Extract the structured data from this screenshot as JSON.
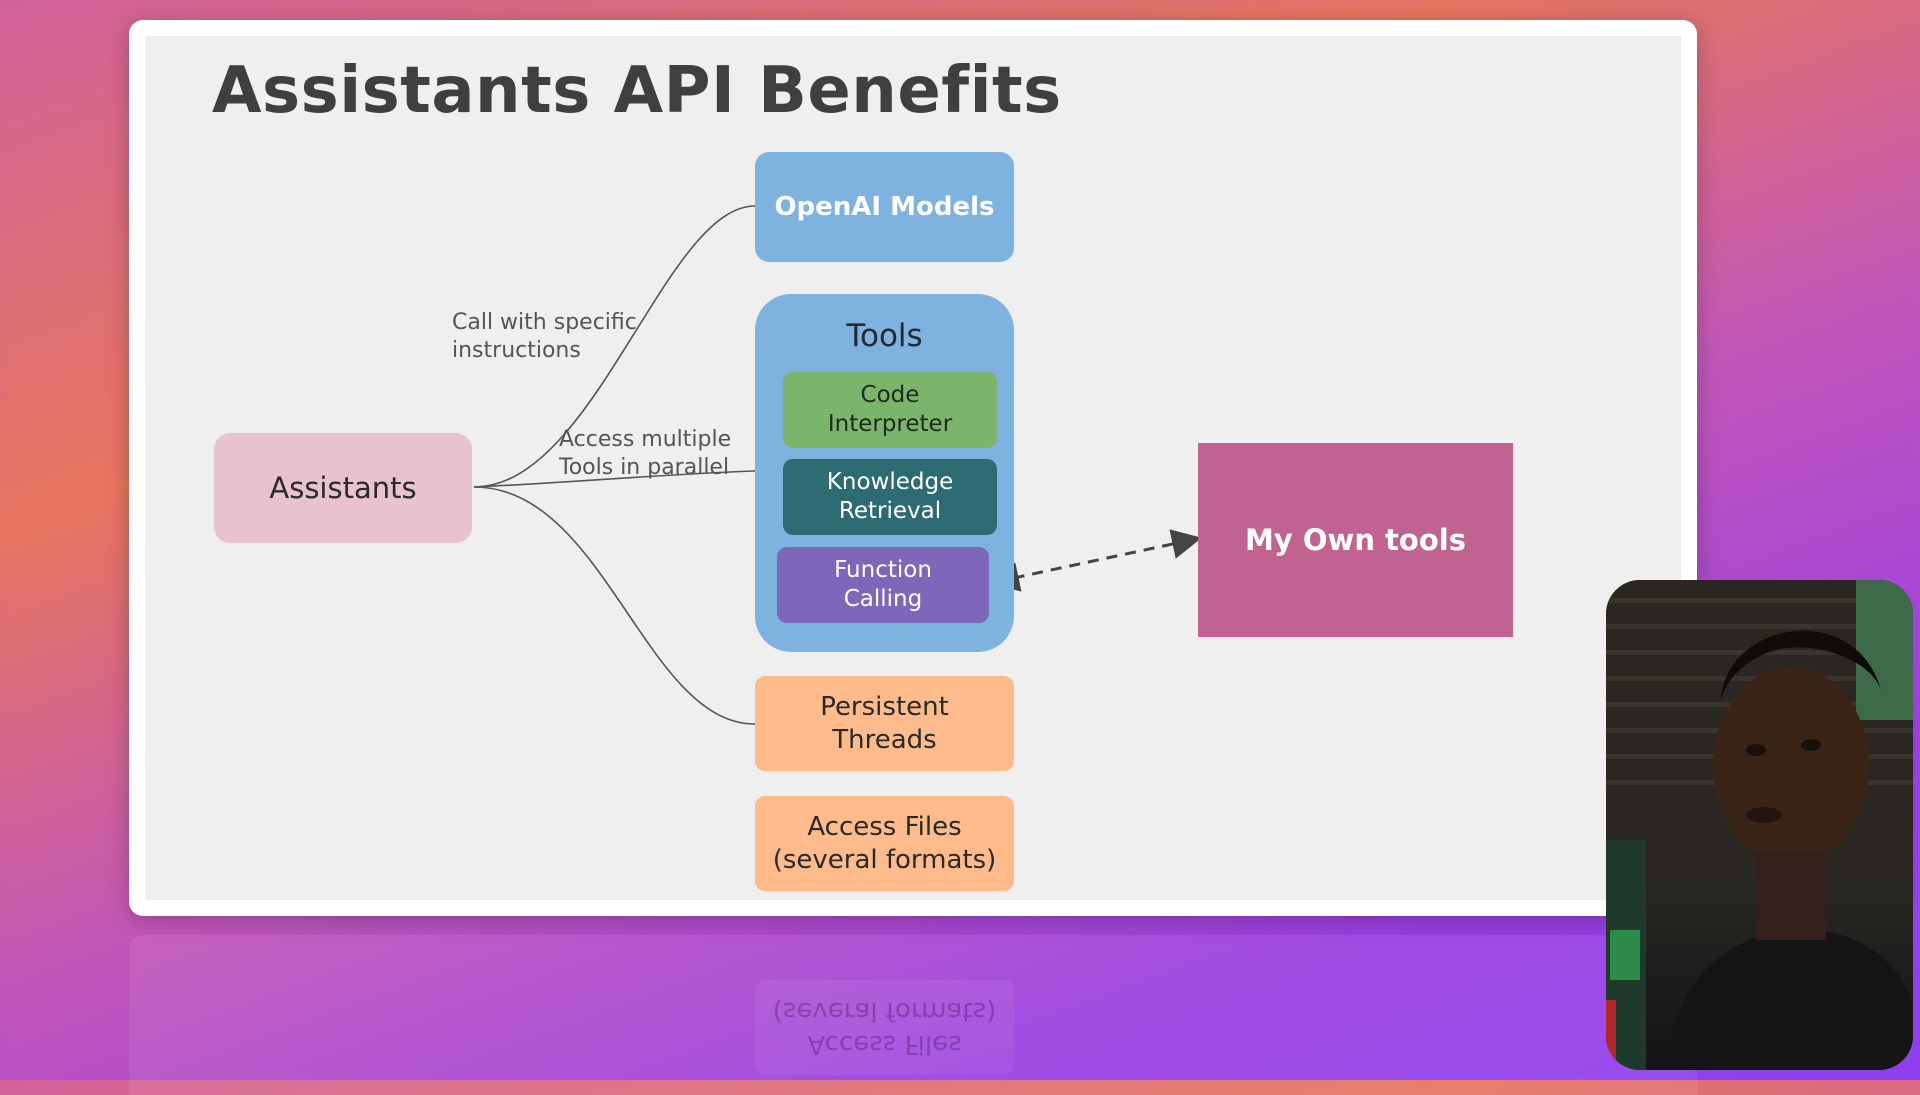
{
  "slide": {
    "title": "Assistants API Benefits",
    "nodes": {
      "assistants": "Assistants",
      "openai_models": "OpenAI Models",
      "tools": "Tools",
      "code_interpreter": "Code\nInterpreter",
      "knowledge_retrieval": "Knowledge\nRetrieval",
      "function_calling": "Function\nCalling",
      "persistent_threads": "Persistent\nThreads",
      "access_files": "Access Files\n(several formats)",
      "my_own_tools": "My Own tools"
    },
    "edge_labels": {
      "call_with_instructions": "Call with specific\ninstructions",
      "access_tools_parallel": "Access multiple\nTools in parallel"
    }
  },
  "colors": {
    "assistants": "#e8c2cd",
    "openai_models": "#7fb3df",
    "tools_group": "#7fb3df",
    "code_interpreter": "#7ab56b",
    "knowledge_retrieval": "#2d6b73",
    "function_calling": "#7e66b8",
    "persistent_threads": "#fdbb8b",
    "access_files": "#fdbb8b",
    "my_own_tools": "#c06391"
  },
  "reflection": {
    "mirrored_text": "Access Files\n(several formats)"
  },
  "webcam": {
    "presenter_visible": true
  }
}
